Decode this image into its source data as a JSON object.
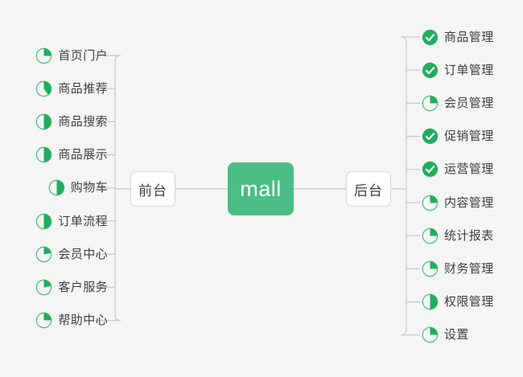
{
  "diagram": {
    "title": "mall",
    "root": {
      "label": "mall",
      "color": "#4cbd86"
    },
    "branches": [
      {
        "name": "frontend",
        "label": "前台"
      },
      {
        "name": "backend",
        "label": "后台"
      }
    ],
    "accent_color": "#21ae5c",
    "background_color": "#f5f5f5",
    "line_color": "#c8c8c8",
    "text_color": "#3f3f3f"
  },
  "frontend": {
    "label": "前台",
    "items": [
      {
        "label": "首页门户",
        "status": "partial",
        "progress": 25,
        "icon": "pie-progress-icon"
      },
      {
        "label": "商品推荐",
        "status": "partial",
        "progress": 40,
        "icon": "pie-progress-icon"
      },
      {
        "label": "商品搜索",
        "status": "partial",
        "progress": 50,
        "icon": "pie-progress-icon"
      },
      {
        "label": "商品展示",
        "status": "partial",
        "progress": 50,
        "icon": "pie-progress-icon"
      },
      {
        "label": "购物车",
        "status": "partial",
        "progress": 50,
        "icon": "pie-progress-icon"
      },
      {
        "label": "订单流程",
        "status": "partial",
        "progress": 50,
        "icon": "pie-progress-icon"
      },
      {
        "label": "会员中心",
        "status": "partial",
        "progress": 22,
        "icon": "pie-progress-icon"
      },
      {
        "label": "客户服务",
        "status": "partial",
        "progress": 22,
        "icon": "pie-progress-icon"
      },
      {
        "label": "帮助中心",
        "status": "partial",
        "progress": 25,
        "icon": "pie-progress-icon"
      }
    ]
  },
  "backend": {
    "label": "后台",
    "items": [
      {
        "label": "商品管理",
        "status": "complete",
        "progress": 100,
        "icon": "check-circle-icon"
      },
      {
        "label": "订单管理",
        "status": "complete",
        "progress": 100,
        "icon": "check-circle-icon"
      },
      {
        "label": "会员管理",
        "status": "partial",
        "progress": 25,
        "icon": "pie-progress-icon"
      },
      {
        "label": "促销管理",
        "status": "complete",
        "progress": 100,
        "icon": "check-circle-icon"
      },
      {
        "label": "运营管理",
        "status": "complete",
        "progress": 100,
        "icon": "check-circle-icon"
      },
      {
        "label": "内容管理",
        "status": "partial",
        "progress": 25,
        "icon": "pie-progress-icon"
      },
      {
        "label": "统计报表",
        "status": "partial",
        "progress": 25,
        "icon": "pie-progress-icon"
      },
      {
        "label": "财务管理",
        "status": "partial",
        "progress": 25,
        "icon": "pie-progress-icon"
      },
      {
        "label": "权限管理",
        "status": "partial",
        "progress": 50,
        "icon": "pie-progress-icon"
      },
      {
        "label": "设置",
        "status": "partial",
        "progress": 25,
        "icon": "pie-progress-icon"
      }
    ]
  }
}
